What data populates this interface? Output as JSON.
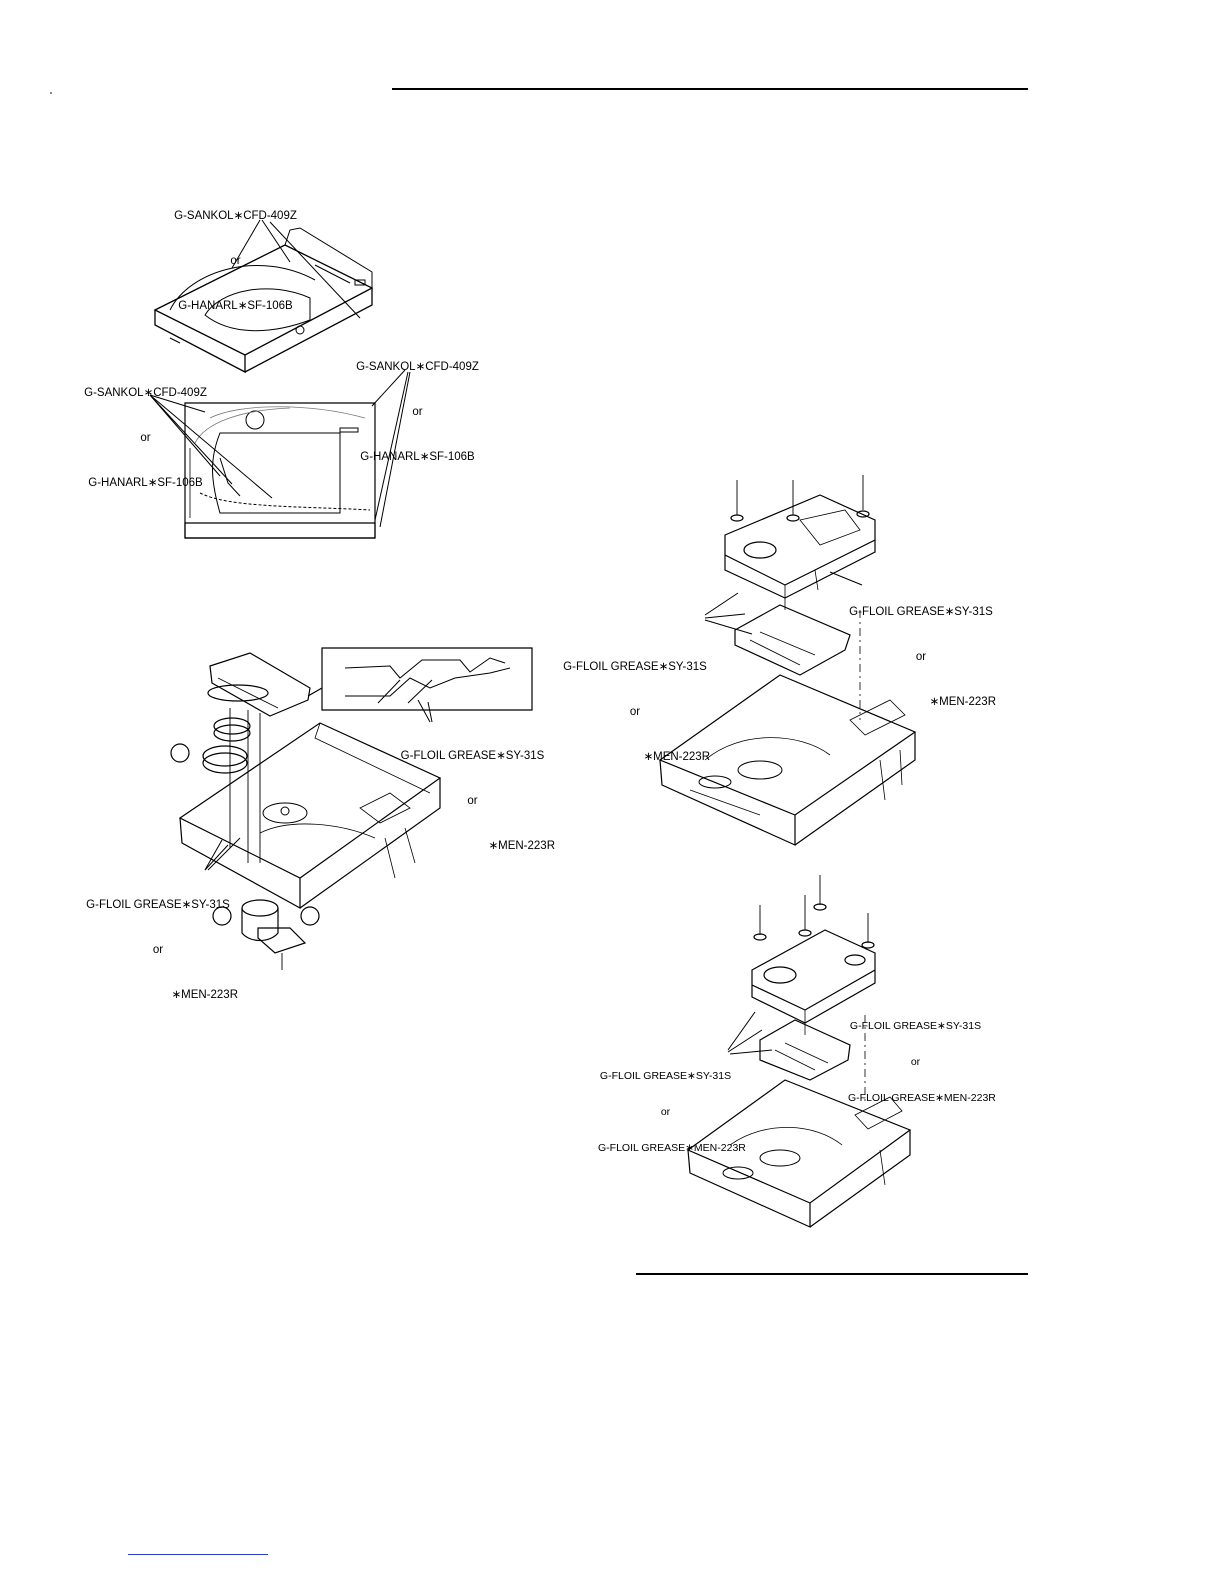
{
  "labels": {
    "top_tray_upper": [
      "G-SANKOL∗CFD-409Z",
      "or",
      "G-HANARL∗SF-106B"
    ],
    "top_tray_right": [
      "G-SANKOL∗CFD-409Z",
      "or",
      "G-HANARL∗SF-106B"
    ],
    "top_tray_left": [
      "G-SANKOL∗CFD-409Z",
      "or",
      "G-HANARL∗SF-106B"
    ],
    "mech_inset": [
      "G-FLOIL GREASE∗SY-31S",
      "or",
      "∗MEN-223R"
    ],
    "mech_lower": [
      "G-FLOIL GREASE∗SY-31S",
      "or",
      "∗MEN-223R"
    ],
    "pickup1_right": [
      "G-FLOIL GREASE∗SY-31S",
      "or",
      "∗MEN-223R"
    ],
    "pickup1_left": [
      "G-FLOIL GREASE∗SY-31S",
      "or",
      "∗MEN-223R"
    ],
    "pickup2_right": [
      "G-FLOIL GREASE∗SY-31S",
      "or",
      "G-FLOIL GREASE∗MEN-223R"
    ],
    "pickup2_left": [
      "G-FLOIL GREASE∗SY-31S",
      "or",
      "G-FLOIL GREASE∗MEN-223R"
    ]
  }
}
